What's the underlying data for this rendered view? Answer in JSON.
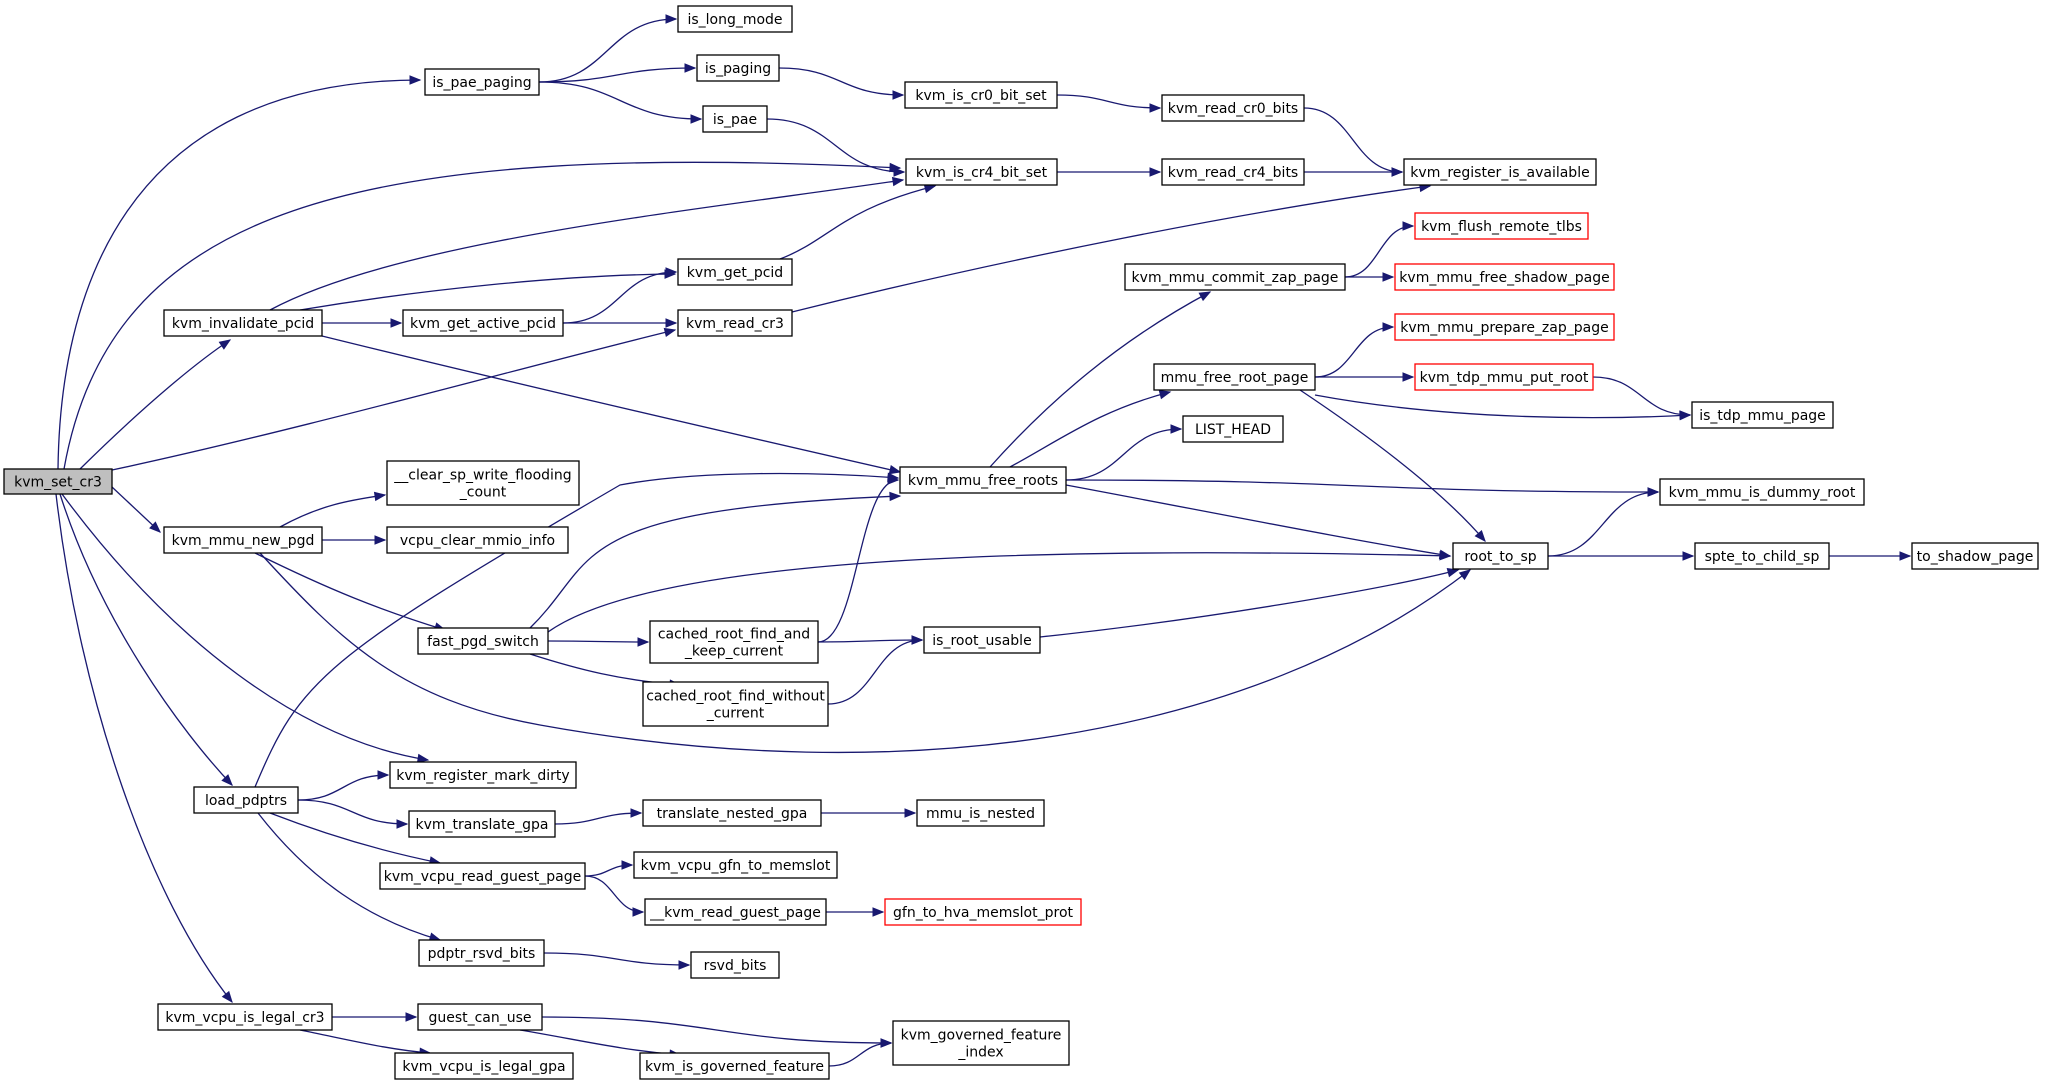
{
  "colors": {
    "edge": "#191970",
    "node_border": "#000000",
    "node_border_truncated": "#ff0000",
    "root_fill": "#bfbfbf",
    "node_fill": "#ffffff"
  },
  "nodes": {
    "kvm_set_cr3": {
      "lines": [
        "kvm_set_cr3"
      ]
    },
    "is_long_mode": {
      "lines": [
        "is_long_mode"
      ]
    },
    "is_pae_paging": {
      "lines": [
        "is_pae_paging"
      ]
    },
    "is_paging": {
      "lines": [
        "is_paging"
      ]
    },
    "kvm_is_cr0_bit_set": {
      "lines": [
        "kvm_is_cr0_bit_set"
      ]
    },
    "kvm_read_cr0_bits": {
      "lines": [
        "kvm_read_cr0_bits"
      ]
    },
    "is_pae": {
      "lines": [
        "is_pae"
      ]
    },
    "kvm_is_cr4_bit_set": {
      "lines": [
        "kvm_is_cr4_bit_set"
      ]
    },
    "kvm_read_cr4_bits": {
      "lines": [
        "kvm_read_cr4_bits"
      ]
    },
    "kvm_register_is_available": {
      "lines": [
        "kvm_register_is_available"
      ]
    },
    "kvm_flush_remote_tlbs": {
      "lines": [
        "kvm_flush_remote_tlbs"
      ]
    },
    "kvm_get_pcid": {
      "lines": [
        "kvm_get_pcid"
      ]
    },
    "kvm_mmu_commit_zap_page": {
      "lines": [
        "kvm_mmu_commit_zap_page"
      ]
    },
    "kvm_mmu_free_shadow_page": {
      "lines": [
        "kvm_mmu_free_shadow_page"
      ]
    },
    "kvm_invalidate_pcid": {
      "lines": [
        "kvm_invalidate_pcid"
      ]
    },
    "kvm_get_active_pcid": {
      "lines": [
        "kvm_get_active_pcid"
      ]
    },
    "kvm_read_cr3": {
      "lines": [
        "kvm_read_cr3"
      ]
    },
    "kvm_mmu_prepare_zap_page": {
      "lines": [
        "kvm_mmu_prepare_zap_page"
      ]
    },
    "mmu_free_root_page": {
      "lines": [
        "mmu_free_root_page"
      ]
    },
    "kvm_tdp_mmu_put_root": {
      "lines": [
        "kvm_tdp_mmu_put_root"
      ]
    },
    "is_tdp_mmu_page": {
      "lines": [
        "is_tdp_mmu_page"
      ]
    },
    "LIST_HEAD": {
      "lines": [
        "LIST_HEAD"
      ]
    },
    "clear_sp_write_flooding_count": {
      "lines": [
        "__clear_sp_write_flooding",
        "_count"
      ]
    },
    "kvm_mmu_free_roots": {
      "lines": [
        "kvm_mmu_free_roots"
      ]
    },
    "kvm_mmu_is_dummy_root": {
      "lines": [
        "kvm_mmu_is_dummy_root"
      ]
    },
    "kvm_mmu_new_pgd": {
      "lines": [
        "kvm_mmu_new_pgd"
      ]
    },
    "vcpu_clear_mmio_info": {
      "lines": [
        "vcpu_clear_mmio_info"
      ]
    },
    "root_to_sp": {
      "lines": [
        "root_to_sp"
      ]
    },
    "spte_to_child_sp": {
      "lines": [
        "spte_to_child_sp"
      ]
    },
    "to_shadow_page": {
      "lines": [
        "to_shadow_page"
      ]
    },
    "cached_root_find_and_keep_current": {
      "lines": [
        "cached_root_find_and",
        "_keep_current"
      ]
    },
    "fast_pgd_switch": {
      "lines": [
        "fast_pgd_switch"
      ]
    },
    "is_root_usable": {
      "lines": [
        "is_root_usable"
      ]
    },
    "cached_root_find_without_current": {
      "lines": [
        "cached_root_find_without",
        "_current"
      ]
    },
    "kvm_register_mark_dirty": {
      "lines": [
        "kvm_register_mark_dirty"
      ]
    },
    "load_pdptrs": {
      "lines": [
        "load_pdptrs"
      ]
    },
    "kvm_translate_gpa": {
      "lines": [
        "kvm_translate_gpa"
      ]
    },
    "translate_nested_gpa": {
      "lines": [
        "translate_nested_gpa"
      ]
    },
    "mmu_is_nested": {
      "lines": [
        "mmu_is_nested"
      ]
    },
    "kvm_vcpu_gfn_to_memslot": {
      "lines": [
        "kvm_vcpu_gfn_to_memslot"
      ]
    },
    "kvm_vcpu_read_guest_page": {
      "lines": [
        "kvm_vcpu_read_guest_page"
      ]
    },
    "kvm_read_guest_page": {
      "lines": [
        "__kvm_read_guest_page"
      ]
    },
    "gfn_to_hva_memslot_prot": {
      "lines": [
        "gfn_to_hva_memslot_prot"
      ]
    },
    "pdptr_rsvd_bits": {
      "lines": [
        "pdptr_rsvd_bits"
      ]
    },
    "rsvd_bits": {
      "lines": [
        "rsvd_bits"
      ]
    },
    "kvm_vcpu_is_legal_cr3": {
      "lines": [
        "kvm_vcpu_is_legal_cr3"
      ]
    },
    "guest_can_use": {
      "lines": [
        "guest_can_use"
      ]
    },
    "kvm_governed_feature_index": {
      "lines": [
        "kvm_governed_feature",
        "_index"
      ]
    },
    "kvm_vcpu_is_legal_gpa": {
      "lines": [
        "kvm_vcpu_is_legal_gpa"
      ]
    },
    "kvm_is_governed_feature": {
      "lines": [
        "kvm_is_governed_feature"
      ]
    }
  },
  "edges": [
    [
      "kvm_set_cr3",
      "is_pae_paging"
    ],
    [
      "kvm_set_cr3",
      "kvm_is_cr4_bit_set"
    ],
    [
      "kvm_set_cr3",
      "kvm_invalidate_pcid"
    ],
    [
      "kvm_set_cr3",
      "kvm_read_cr3"
    ],
    [
      "kvm_set_cr3",
      "kvm_mmu_new_pgd"
    ],
    [
      "kvm_set_cr3",
      "kvm_register_mark_dirty"
    ],
    [
      "kvm_set_cr3",
      "load_pdptrs"
    ],
    [
      "kvm_set_cr3",
      "kvm_vcpu_is_legal_cr3"
    ],
    [
      "is_pae_paging",
      "is_long_mode"
    ],
    [
      "is_pae_paging",
      "is_paging"
    ],
    [
      "is_pae_paging",
      "is_pae"
    ],
    [
      "is_paging",
      "kvm_is_cr0_bit_set"
    ],
    [
      "kvm_is_cr0_bit_set",
      "kvm_read_cr0_bits"
    ],
    [
      "kvm_read_cr0_bits",
      "kvm_register_is_available"
    ],
    [
      "is_pae",
      "kvm_is_cr4_bit_set"
    ],
    [
      "kvm_is_cr4_bit_set",
      "kvm_read_cr4_bits"
    ],
    [
      "kvm_read_cr4_bits",
      "kvm_register_is_available"
    ],
    [
      "kvm_invalidate_pcid",
      "kvm_is_cr4_bit_set"
    ],
    [
      "kvm_invalidate_pcid",
      "kvm_get_pcid"
    ],
    [
      "kvm_invalidate_pcid",
      "kvm_get_active_pcid"
    ],
    [
      "kvm_invalidate_pcid",
      "kvm_mmu_free_roots"
    ],
    [
      "kvm_get_pcid",
      "kvm_is_cr4_bit_set"
    ],
    [
      "kvm_get_active_pcid",
      "kvm_get_pcid"
    ],
    [
      "kvm_get_active_pcid",
      "kvm_read_cr3"
    ],
    [
      "kvm_read_cr3",
      "kvm_register_is_available"
    ],
    [
      "kvm_mmu_commit_zap_page",
      "kvm_flush_remote_tlbs"
    ],
    [
      "kvm_mmu_commit_zap_page",
      "kvm_mmu_free_shadow_page"
    ],
    [
      "kvm_mmu_free_roots",
      "kvm_mmu_commit_zap_page"
    ],
    [
      "kvm_mmu_free_roots",
      "mmu_free_root_page"
    ],
    [
      "kvm_mmu_free_roots",
      "LIST_HEAD"
    ],
    [
      "kvm_mmu_free_roots",
      "kvm_mmu_is_dummy_root"
    ],
    [
      "kvm_mmu_free_roots",
      "root_to_sp"
    ],
    [
      "mmu_free_root_page",
      "kvm_mmu_prepare_zap_page"
    ],
    [
      "mmu_free_root_page",
      "kvm_tdp_mmu_put_root"
    ],
    [
      "mmu_free_root_page",
      "is_tdp_mmu_page"
    ],
    [
      "mmu_free_root_page",
      "root_to_sp"
    ],
    [
      "kvm_tdp_mmu_put_root",
      "is_tdp_mmu_page"
    ],
    [
      "root_to_sp",
      "kvm_mmu_is_dummy_root"
    ],
    [
      "root_to_sp",
      "spte_to_child_sp"
    ],
    [
      "spte_to_child_sp",
      "to_shadow_page"
    ],
    [
      "kvm_mmu_new_pgd",
      "clear_sp_write_flooding_count"
    ],
    [
      "kvm_mmu_new_pgd",
      "vcpu_clear_mmio_info"
    ],
    [
      "kvm_mmu_new_pgd",
      "fast_pgd_switch"
    ],
    [
      "kvm_mmu_new_pgd",
      "root_to_sp"
    ],
    [
      "fast_pgd_switch",
      "kvm_mmu_free_roots"
    ],
    [
      "fast_pgd_switch",
      "root_to_sp"
    ],
    [
      "fast_pgd_switch",
      "cached_root_find_and_keep_current"
    ],
    [
      "fast_pgd_switch",
      "cached_root_find_without_current"
    ],
    [
      "cached_root_find_and_keep_current",
      "kvm_mmu_free_roots"
    ],
    [
      "cached_root_find_and_keep_current",
      "is_root_usable"
    ],
    [
      "cached_root_find_without_current",
      "is_root_usable"
    ],
    [
      "is_root_usable",
      "root_to_sp"
    ],
    [
      "load_pdptrs",
      "kvm_mmu_free_roots"
    ],
    [
      "load_pdptrs",
      "kvm_register_mark_dirty"
    ],
    [
      "load_pdptrs",
      "kvm_translate_gpa"
    ],
    [
      "load_pdptrs",
      "kvm_vcpu_read_guest_page"
    ],
    [
      "load_pdptrs",
      "pdptr_rsvd_bits"
    ],
    [
      "kvm_translate_gpa",
      "translate_nested_gpa"
    ],
    [
      "translate_nested_gpa",
      "mmu_is_nested"
    ],
    [
      "kvm_vcpu_read_guest_page",
      "kvm_vcpu_gfn_to_memslot"
    ],
    [
      "kvm_vcpu_read_guest_page",
      "kvm_read_guest_page"
    ],
    [
      "kvm_read_guest_page",
      "gfn_to_hva_memslot_prot"
    ],
    [
      "pdptr_rsvd_bits",
      "rsvd_bits"
    ],
    [
      "kvm_vcpu_is_legal_cr3",
      "guest_can_use"
    ],
    [
      "kvm_vcpu_is_legal_cr3",
      "kvm_vcpu_is_legal_gpa"
    ],
    [
      "guest_can_use",
      "kvm_governed_feature_index"
    ],
    [
      "guest_can_use",
      "kvm_is_governed_feature"
    ],
    [
      "kvm_is_governed_feature",
      "kvm_governed_feature_index"
    ]
  ]
}
